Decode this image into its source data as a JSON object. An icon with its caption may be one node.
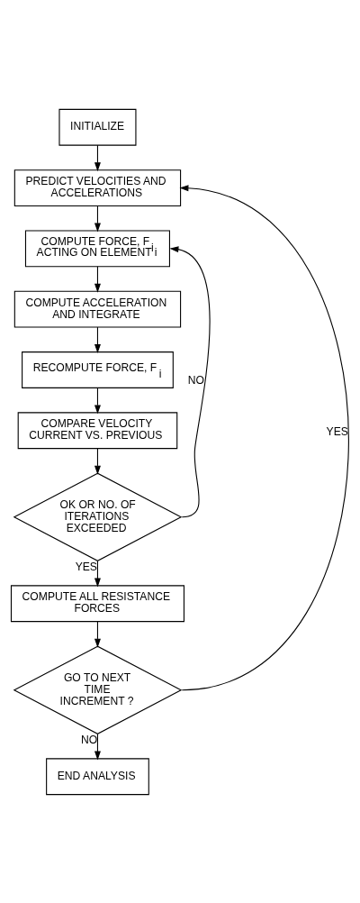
{
  "diagram": {
    "nodes": [
      {
        "text": [
          "INITIALIZE"
        ]
      },
      {
        "text": [
          "PREDICT VELOCITIES AND ACCELERATIONS"
        ]
      },
      {
        "text": [
          "COMPUTE FORCE, F$_{i}$ ACTING ON ELEMENT i"
        ]
      },
      {
        "text": [
          "COMPUTE ACCELERATION AND INTEGRATE"
        ]
      },
      {
        "text": [
          "RECOMPUTE FORCE, F$_{i}$"
        ]
      },
      {
        "text": [
          "COMPARE VELOCITY CURRENT VS. PREVIOUS"
        ]
      },
      {
        "text": [
          "OK OR NO. OF ITERATIONS EXCEEDED"
        ]
      },
      {
        "text": [
          "COMPUTE ALL RESISTANCE FORCES"
        ]
      },
      {
        "text": [
          "GO TO NEXT TIME INCREMENT ?"
        ]
      },
      {
        "text": [
          "END ANALYSIS"
        ]
      }
    ],
    "edges": [
      {
        "from": 0,
        "to": 1,
        "arrow": "to"
      },
      {
        "from": 1,
        "to": 2,
        "arrow": "to"
      },
      {
        "from": 2,
        "to": 3,
        "arrow": "to"
      },
      {
        "from": 3,
        "to": 4,
        "arrow": "to"
      },
      {
        "from": 4,
        "to": 5,
        "arrow": "to"
      },
      {
        "from": 5,
        "to": 6,
        "arrow": "to"
      },
      {
        "from": 6,
        "to": 2,
        "arrow": "to",
        "label": "NO"
      },
      {
        "from": 6,
        "to": 7,
        "arrow": "to",
        "label": "YES"
      },
      {
        "from": 7,
        "to": 8,
        "arrow": "to"
      },
      {
        "from": 8,
        "to": 1,
        "arrow": "to",
        "label": "YES"
      },
      {
        "from": 8,
        "to": 9,
        "arrow": "to",
        "label": "NO"
      }
    ]
  }
}
